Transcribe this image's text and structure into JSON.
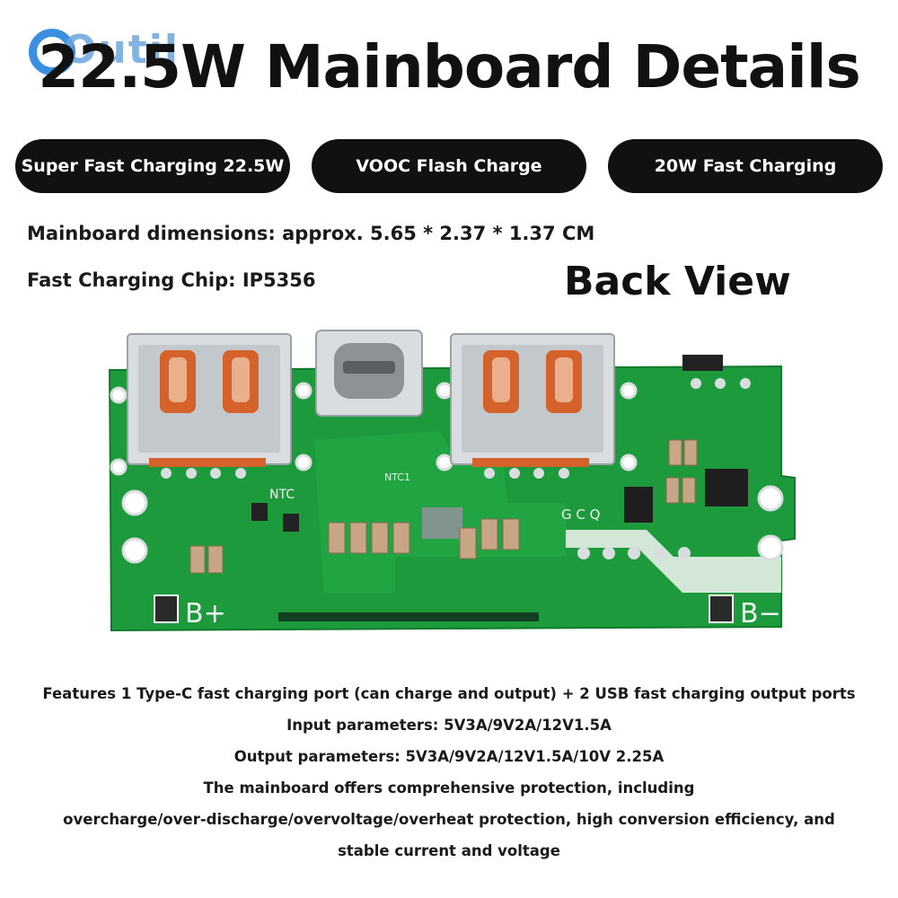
{
  "brand": {
    "logo_text": "Outil"
  },
  "title": "22.5W Mainboard Details",
  "badges": [
    "Super Fast Charging 22.5W",
    "VOOC Flash Charge",
    "20W Fast Charging"
  ],
  "specs": {
    "dimensions": "Mainboard dimensions: approx. 5.65 * 2.37 * 1.37 CM",
    "chip": "Fast Charging Chip: IP5356"
  },
  "view_label": "Back View",
  "board": {
    "silk_labels": {
      "b_plus": "B+",
      "b_minus": "B−",
      "ntc": "NTC",
      "ntc1": "NTC1",
      "gcq": "G C Q"
    },
    "colors": {
      "pcb": "#1c9a3c",
      "pcb_dark": "#137a2d",
      "metal": "#d9dde0",
      "copper": "#d4622a"
    }
  },
  "features": [
    "Features 1 Type-C fast charging port (can charge and output) + 2 USB fast charging output ports",
    "Input parameters: 5V3A/9V2A/12V1.5A",
    "Output parameters: 5V3A/9V2A/12V1.5A/10V 2.25A",
    "The mainboard offers comprehensive protection, including",
    "overcharge/over-discharge/overvoltage/overheat protection, high conversion efficiency, and",
    "stable current and voltage"
  ]
}
